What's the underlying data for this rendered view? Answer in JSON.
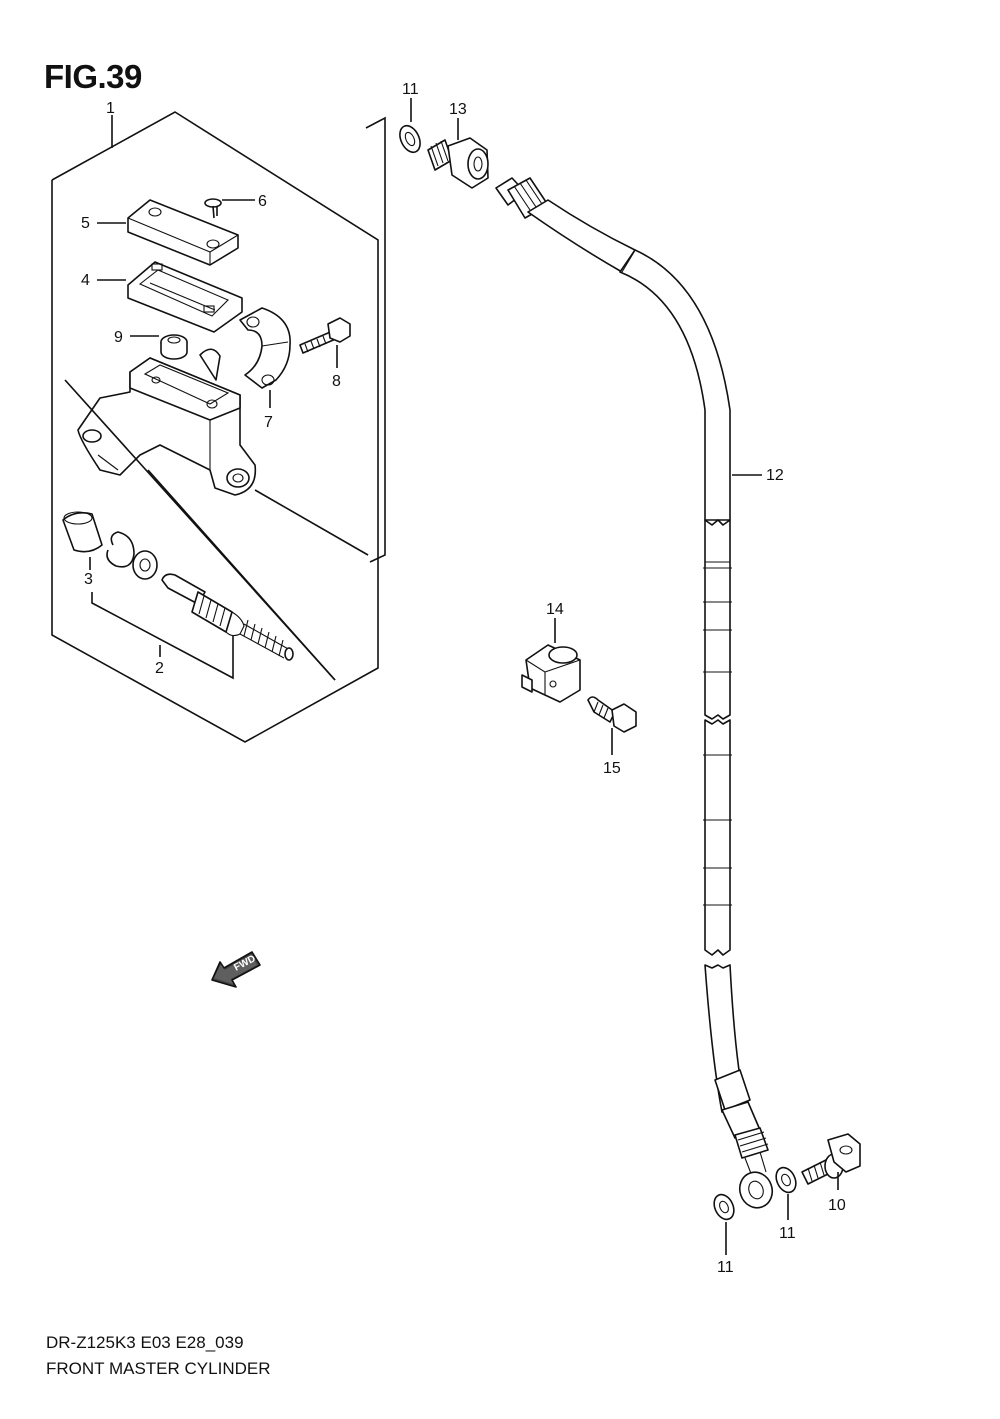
{
  "figure": {
    "title": "FIG.39",
    "model_code": "DR-Z125K3 E03 E28_039",
    "name": "FRONT MASTER CYLINDER"
  },
  "parts": {
    "p1": "1",
    "p2": "2",
    "p3": "3",
    "p4": "4",
    "p5": "5",
    "p6": "6",
    "p7": "7",
    "p8": "8",
    "p9": "9",
    "p10": "10",
    "p11a": "11",
    "p11b": "11",
    "p11c": "11",
    "p12": "12",
    "p13": "13",
    "p14": "14",
    "p15": "15"
  },
  "fwd_badge": "FWD",
  "icons": {
    "fwd": "fwd-arrow-icon"
  }
}
